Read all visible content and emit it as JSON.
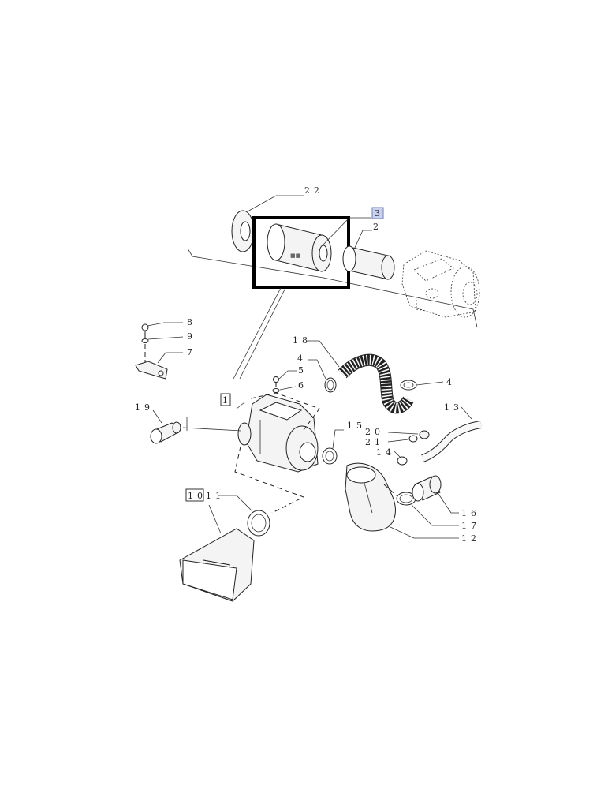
{
  "labels": {
    "l22": "22",
    "l3": "3",
    "l2": "2",
    "l8": "8",
    "l9": "9",
    "l7": "7",
    "l18": "18",
    "l4a": "4",
    "l4b": "4",
    "l5": "5",
    "l6": "6",
    "l1": "1",
    "l19": "19",
    "l13": "13",
    "l15": "15",
    "l20": "20",
    "l21": "21",
    "l14": "14",
    "l10": "10",
    "l11": "11",
    "l16": "16",
    "l17": "17",
    "l12": "12"
  },
  "highlight_color": "#c9d3ef"
}
